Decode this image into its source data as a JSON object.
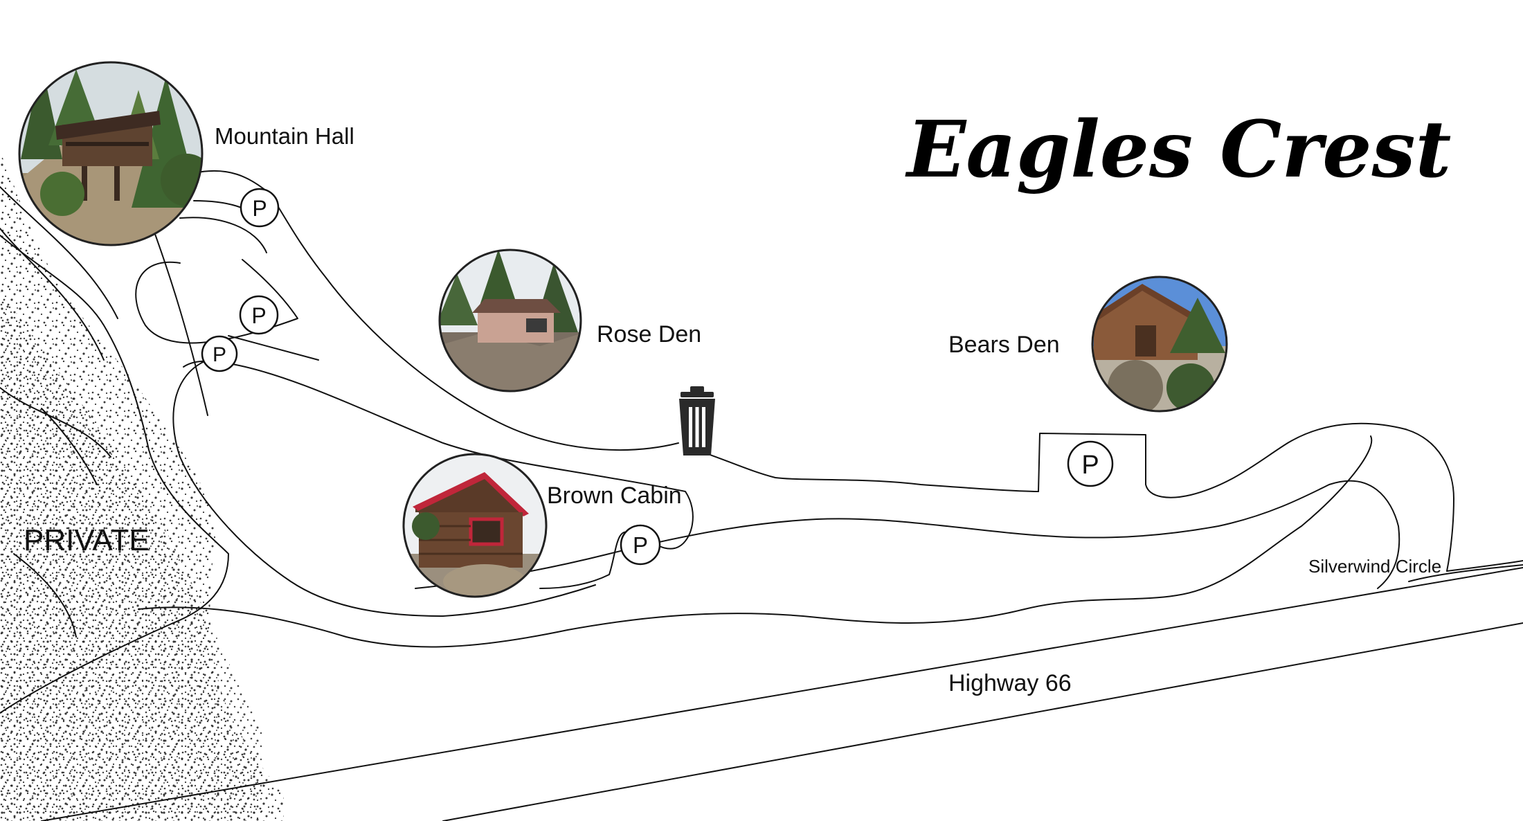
{
  "map": {
    "title": "Eagles Crest",
    "buildings": [
      {
        "id": "mountain-hall",
        "label": "Mountain Hall"
      },
      {
        "id": "rose-den",
        "label": "Rose Den"
      },
      {
        "id": "bears-den",
        "label": "Bears Den"
      },
      {
        "id": "brown-cabin",
        "label": "Brown Cabin"
      }
    ],
    "areas": {
      "private": "PRIVATE"
    },
    "roads": {
      "highway": "Highway 66",
      "circle": "Silverwind Circle"
    },
    "parking_symbol": "P",
    "icons": {
      "trash": "trash-can-icon",
      "parking": "parking-icon"
    },
    "colors": {
      "ink": "#111111",
      "background": "#ffffff",
      "forest_green": "#3b5a2e",
      "cabin_brown": "#5a3a28",
      "cabin_trim": "#c0263a",
      "rose_wall": "#c9a293",
      "bears_wood": "#8a5a3a",
      "sky_blue": "#5b8fd8"
    }
  }
}
